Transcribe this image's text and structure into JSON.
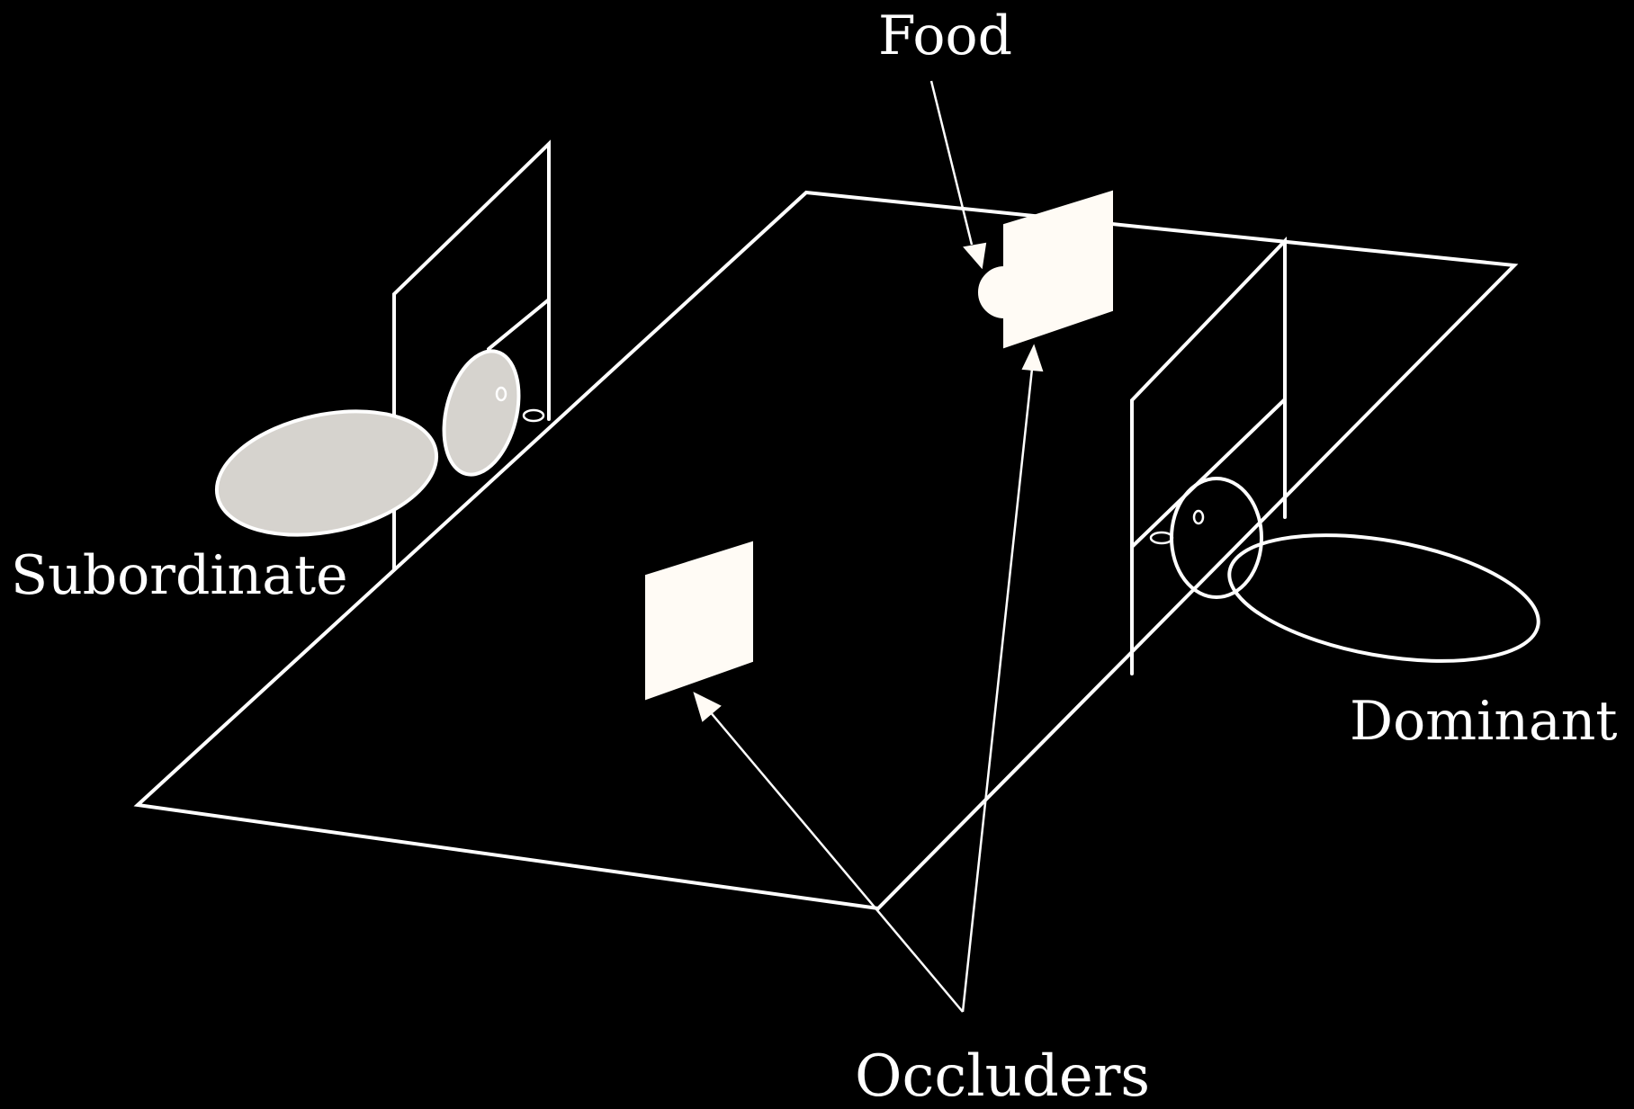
{
  "labels": {
    "food": "Food",
    "subordinate": "Subordinate",
    "dominant": "Dominant",
    "occluders": "Occluders"
  },
  "colors": {
    "background": "#000000",
    "lines": "#ffffff",
    "occluder_fill": "#fffbf5",
    "subordinate_fill": "#d6d3ce"
  }
}
